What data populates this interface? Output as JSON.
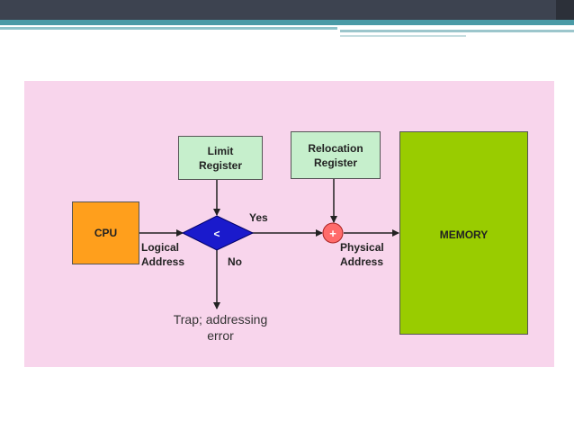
{
  "diagram": {
    "cpu": "CPU",
    "limit_register": [
      "Limit",
      "Register"
    ],
    "relocation_register": [
      "Relocation",
      "Register"
    ],
    "memory": "MEMORY",
    "comparator_symbol": "<",
    "adder_symbol": "+",
    "logical_address": [
      "Logical",
      "Address"
    ],
    "physical_address": [
      "Physical",
      "Address"
    ],
    "yes": "Yes",
    "no": "No",
    "trap": [
      "Trap; addressing",
      "error"
    ]
  },
  "colors": {
    "panel": "#f8d5ec",
    "cpu": "#ff9f1c",
    "register": "#c6efcc",
    "memory": "#99cc00",
    "comparator": "#1a1acc",
    "adder": "#ff6b6b"
  }
}
